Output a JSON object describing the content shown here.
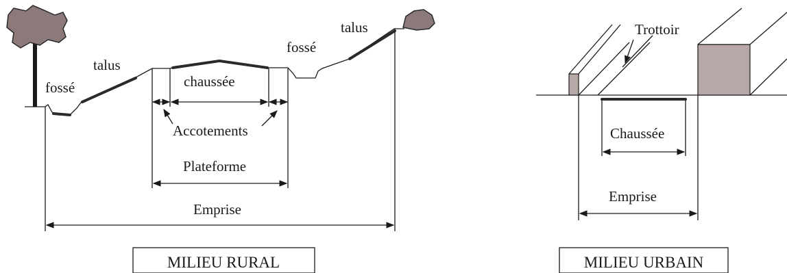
{
  "rural": {
    "labels": {
      "fosse_left": "fossé",
      "talus_left": "talus",
      "chaussee": "chaussée",
      "fosse_right": "fossé",
      "talus_right": "talus",
      "accotements": "Accotements",
      "plateforme": "Plateforme",
      "emprise": "Emprise"
    },
    "caption": "MILIEU RURAL"
  },
  "urban": {
    "labels": {
      "trottoir": "Trottoir",
      "chaussee": "Chaussée",
      "emprise": "Emprise"
    },
    "caption": "MILIEU URBAIN"
  },
  "colors": {
    "line": "#1a1a1a",
    "tree_fill": "#8c7a7a",
    "block_fill": "#b7a7a7"
  }
}
